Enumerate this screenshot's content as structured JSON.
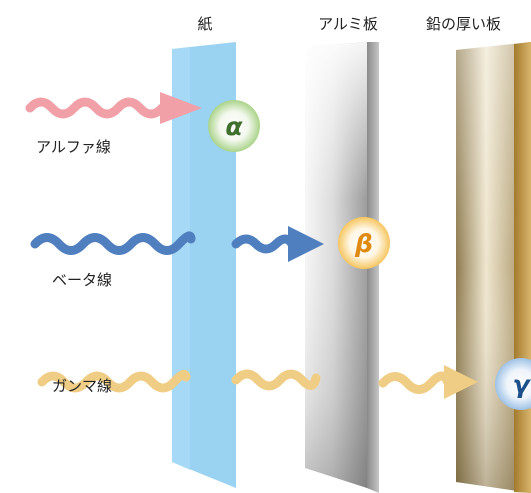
{
  "barriers": {
    "paper": {
      "label": "紙"
    },
    "aluminum": {
      "label": "アルミ板"
    },
    "lead": {
      "label": "鉛の厚い板"
    }
  },
  "rays": {
    "alpha": {
      "label": "アルファ線",
      "symbol": "α",
      "color": "#f2a0a8",
      "badge_color": "#3f6f2c"
    },
    "beta": {
      "label": "ベータ線",
      "symbol": "β",
      "color": "#4f7fbf",
      "badge_color": "#e08a12"
    },
    "gamma": {
      "label": "ガンマ線",
      "symbol": "γ",
      "color": "#f0cd85",
      "badge_color": "#1d4f8a"
    }
  }
}
